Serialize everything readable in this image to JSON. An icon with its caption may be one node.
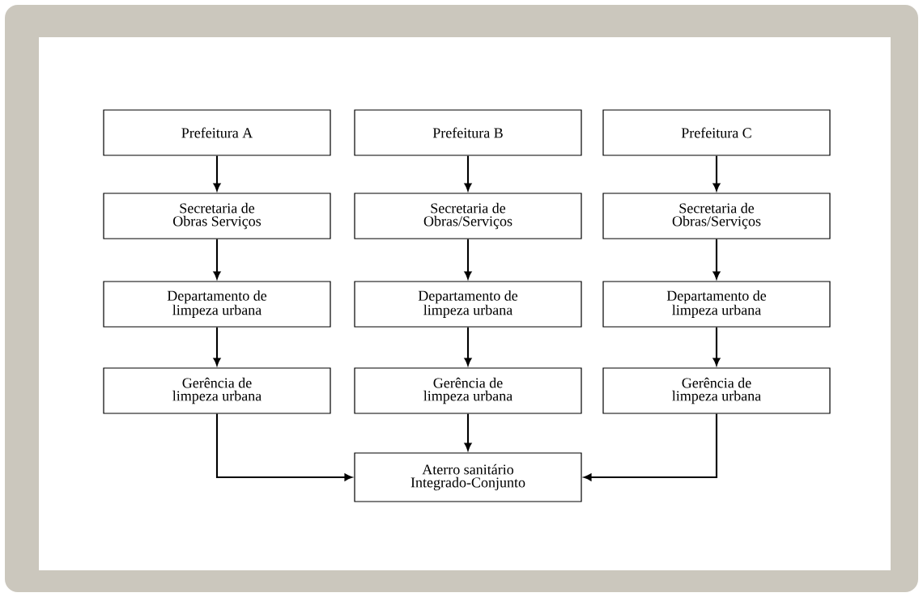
{
  "diagram": {
    "nodes": [
      {
        "text": [
          "Prefeitura A"
        ]
      },
      {
        "text": [
          "Prefeitura B"
        ]
      },
      {
        "text": [
          "Prefeitura C"
        ]
      },
      {
        "text": [
          "Secretaria de Obras Serviços"
        ]
      },
      {
        "text": [
          "Secretaria de Obras/Serviços"
        ]
      },
      {
        "text": [
          "Secretaria de Obras/Serviços"
        ]
      },
      {
        "text": [
          "Departamento de limpeza urbana"
        ]
      },
      {
        "text": [
          "Departamento de limpeza urbana"
        ]
      },
      {
        "text": [
          "Departamento de limpeza urbana"
        ]
      },
      {
        "text": [
          "Gerência de limpeza urbana"
        ]
      },
      {
        "text": [
          "Gerência de limpeza urbana"
        ]
      },
      {
        "text": [
          "Gerência de limpeza urbana"
        ]
      },
      {
        "text": [
          "Aterro sanitário Integrado-Conjunto"
        ]
      }
    ],
    "edges": [
      {
        "from": 0,
        "to": 3,
        "arrow": "to"
      },
      {
        "from": 1,
        "to": 4,
        "arrow": "to"
      },
      {
        "from": 2,
        "to": 5,
        "arrow": "to"
      },
      {
        "from": 3,
        "to": 6,
        "arrow": "to"
      },
      {
        "from": 4,
        "to": 7,
        "arrow": "to"
      },
      {
        "from": 5,
        "to": 8,
        "arrow": "to"
      },
      {
        "from": 6,
        "to": 9,
        "arrow": "to"
      },
      {
        "from": 7,
        "to": 10,
        "arrow": "to"
      },
      {
        "from": 8,
        "to": 11,
        "arrow": "to"
      },
      {
        "from": 9,
        "to": 12,
        "arrow": "to"
      },
      {
        "from": 10,
        "to": 12,
        "arrow": "to"
      },
      {
        "from": 11,
        "to": 12,
        "arrow": "to"
      }
    ]
  }
}
